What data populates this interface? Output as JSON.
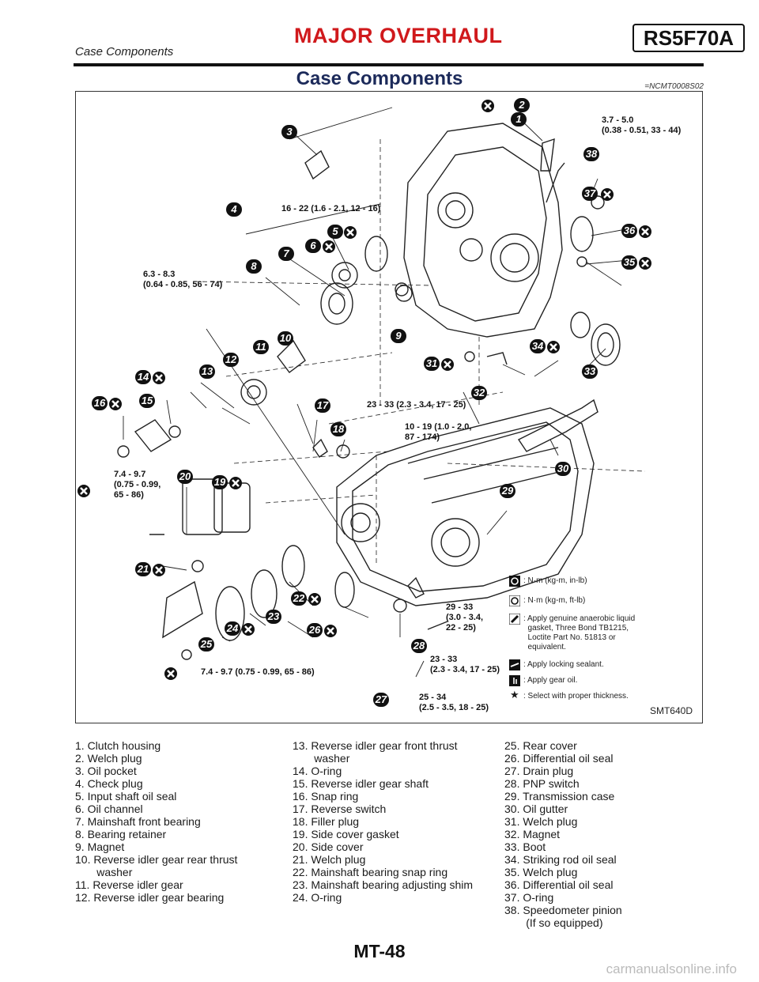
{
  "header": {
    "title": "MAJOR OVERHAUL",
    "model_code": "RS5F70A",
    "subtitle": "Case Components"
  },
  "section": {
    "title": "Case Components",
    "doc_code": "=NCMT0008S02"
  },
  "figure": {
    "code": "SMT640D",
    "callouts": [
      "1",
      "2",
      "3",
      "4",
      "5",
      "6",
      "7",
      "8",
      "9",
      "10",
      "11",
      "12",
      "13",
      "14",
      "15",
      "16",
      "17",
      "18",
      "19",
      "20",
      "21",
      "22",
      "23",
      "24",
      "25",
      "26",
      "27",
      "28",
      "29",
      "30",
      "31",
      "32",
      "33",
      "34",
      "35",
      "36",
      "37",
      "38"
    ],
    "torque_labels": {
      "t1": "3.7 - 5.0\n(0.38 - 0.51, 33 - 44)",
      "t4": "16 - 22 (1.6 - 2.1, 12 - 16)",
      "t8": "6.3 - 8.3\n(0.64 - 0.85, 56 - 74)",
      "t17": "23 - 33 (2.3 - 3.4, 17 - 25)",
      "t18": "10 - 19 (1.0 - 2.0,\n87 - 174)",
      "t20": "7.4 - 9.7\n(0.75 - 0.99,\n65 - 86)",
      "t29": "29 - 33\n(3.0 - 3.4,\n22 - 25)",
      "t28": "23 - 33\n(2.3 - 3.4, 17 - 25)",
      "t25": "7.4 - 9.7 (0.75 - 0.99, 65 - 86)",
      "t27": "25 - 34\n(2.5 - 3.5, 18 - 25)"
    },
    "legend": [
      {
        "icon": "torque-in-lb-icon",
        "text": ": N·m (kg-m, in-lb)"
      },
      {
        "icon": "torque-ft-lb-icon",
        "text": ": N·m (kg-m, ft-lb)"
      },
      {
        "icon": "anaerobic-gasket-icon",
        "text": ": Apply genuine anaerobic liquid\n  gasket, Three Bond TB1215,\n  Loctite Part No. 51813 or\n  equivalent."
      },
      {
        "icon": "locking-sealant-icon",
        "text": ": Apply locking sealant."
      },
      {
        "icon": "gear-oil-icon",
        "text": ": Apply gear oil."
      },
      {
        "icon": "star-icon",
        "text": ": Select with proper thickness."
      }
    ]
  },
  "parts_col1": [
    "1. Clutch housing",
    "2. Welch plug",
    "3. Oil pocket",
    "4. Check plug",
    "5. Input shaft oil seal",
    "6. Oil channel",
    "7. Mainshaft front bearing",
    "8. Bearing retainer",
    "9. Magnet",
    "10. Reverse idler gear rear thrust\n       washer",
    "11. Reverse idler gear",
    "12. Reverse idler gear bearing"
  ],
  "parts_col2": [
    "13. Reverse idler gear front thrust\n       washer",
    "14. O-ring",
    "15. Reverse idler gear shaft",
    "16. Snap ring",
    "17. Reverse switch",
    "18. Filler plug",
    "19. Side cover gasket",
    "20. Side cover",
    "21. Welch plug",
    "22. Mainshaft bearing snap ring",
    "23. Mainshaft bearing adjusting shim",
    "24. O-ring"
  ],
  "parts_col3": [
    "25. Rear cover",
    "26. Differential oil seal",
    "27. Drain plug",
    "28. PNP switch",
    "29. Transmission case",
    "30. Oil gutter",
    "31. Welch plug",
    "32. Magnet",
    "33. Boot",
    "34. Striking rod oil seal",
    "35. Welch plug",
    "36. Differential oil seal",
    "37. O-ring",
    "38. Speedometer pinion\n       (If so equipped)"
  ],
  "footer": {
    "page": "MT-48",
    "watermark": "carmanualsonline.info"
  }
}
